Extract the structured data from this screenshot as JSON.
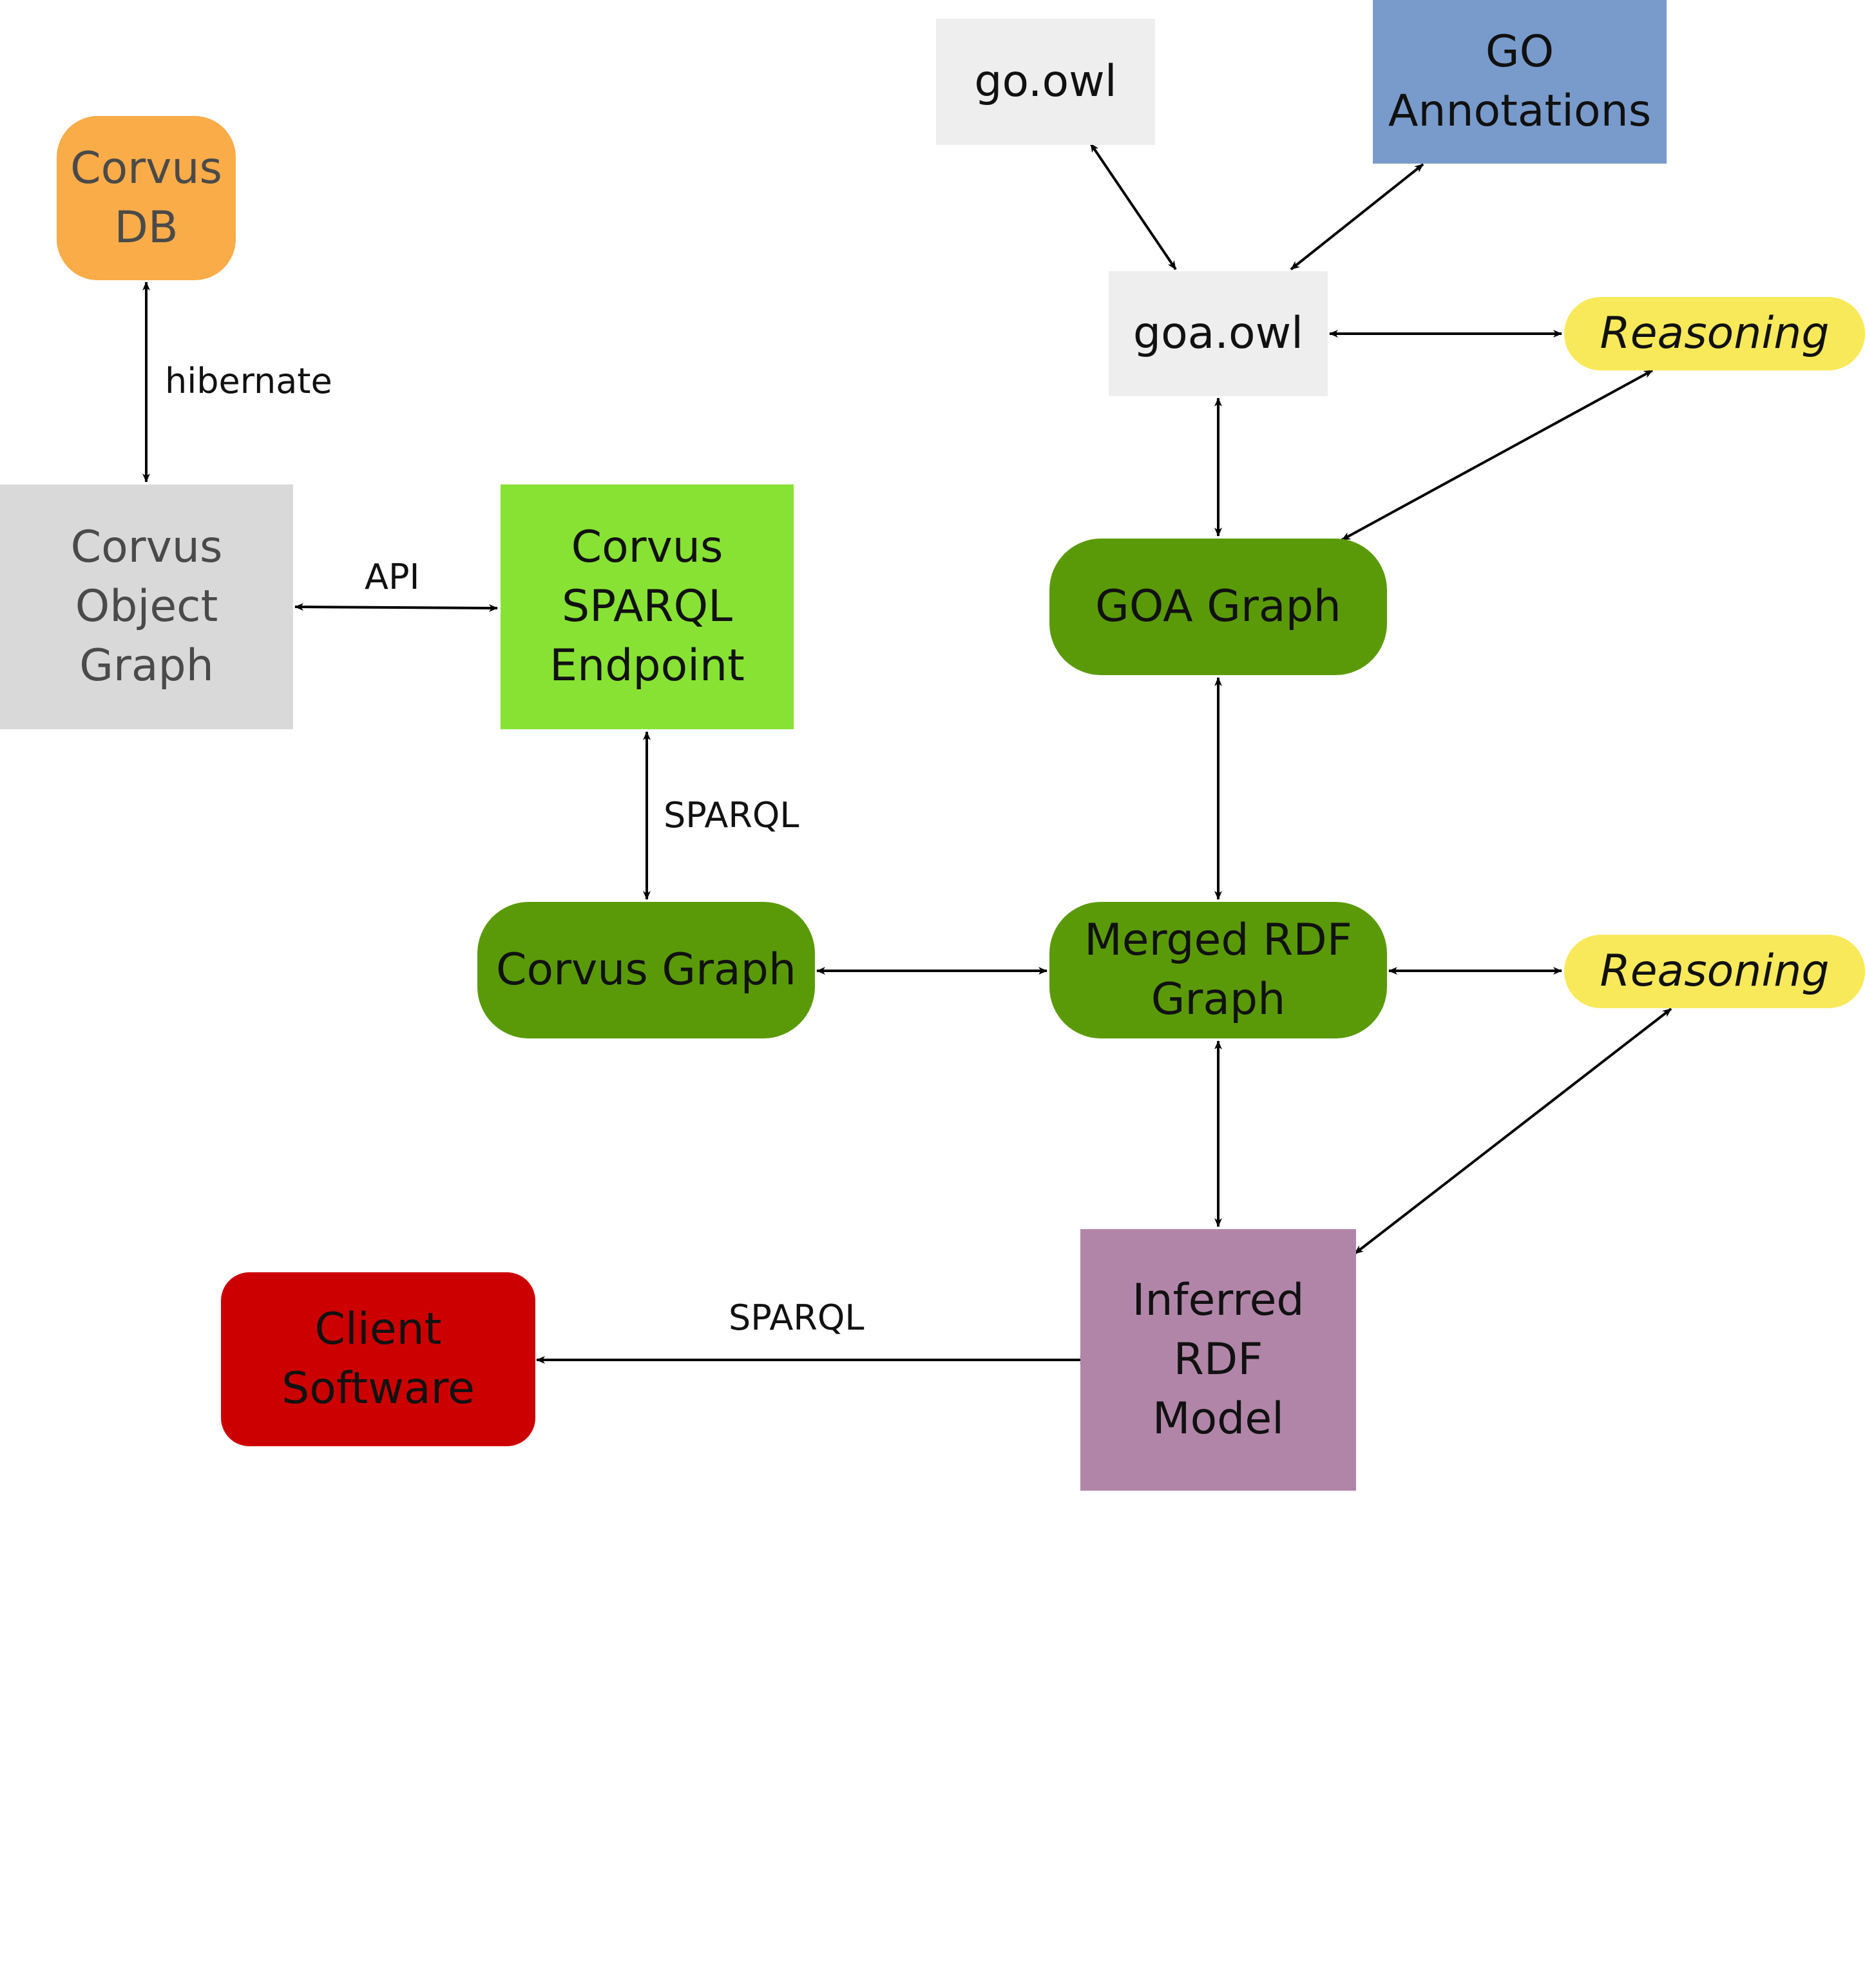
{
  "colors": {
    "orange": "#F9AC48",
    "light_gray": "#D9D9D9",
    "pale_gray": "#EEEEEE",
    "lime_green": "#88E234",
    "dark_green": "#5A9A08",
    "steel_blue": "#789BCB",
    "yellow": "#F8E95A",
    "mauve": "#B185A8",
    "red": "#CC0000",
    "edge": "#000000"
  },
  "nodes": {
    "corvus_db": "Corvus\nDB",
    "corvus_object_graph": "Corvus\nObject\nGraph",
    "corvus_sparql_endpoint": "Corvus\nSPARQL\nEndpoint",
    "go_owl": "go.owl",
    "go_annotations": "GO\nAnnotations",
    "goa_owl": "goa.owl",
    "reasoning_top": "Reasoning",
    "goa_graph": "GOA Graph",
    "corvus_graph": "Corvus Graph",
    "merged_rdf_graph": "Merged RDF\nGraph",
    "reasoning_mid": "Reasoning",
    "inferred_rdf_model": "Inferred\nRDF\nModel",
    "client_software": "Client\nSoftware"
  },
  "edges": {
    "hibernate": "hibernate",
    "api": "API",
    "sparql_endpoint": "SPARQL",
    "sparql_client": "SPARQL"
  }
}
